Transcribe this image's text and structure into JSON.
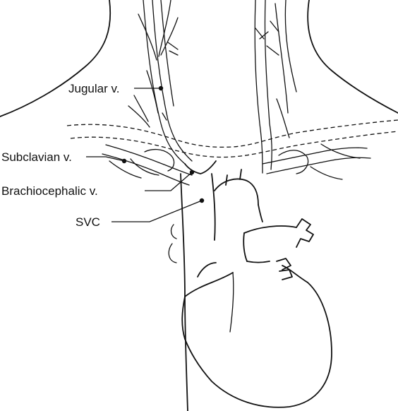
{
  "labels": {
    "jugular": "Jugular v.",
    "subclavian": "Subclavian v.",
    "brachiocephalic": "Brachiocephalic v.",
    "svc": "SVC"
  },
  "colors": {
    "ink": "#111111",
    "background": "#ffffff"
  }
}
